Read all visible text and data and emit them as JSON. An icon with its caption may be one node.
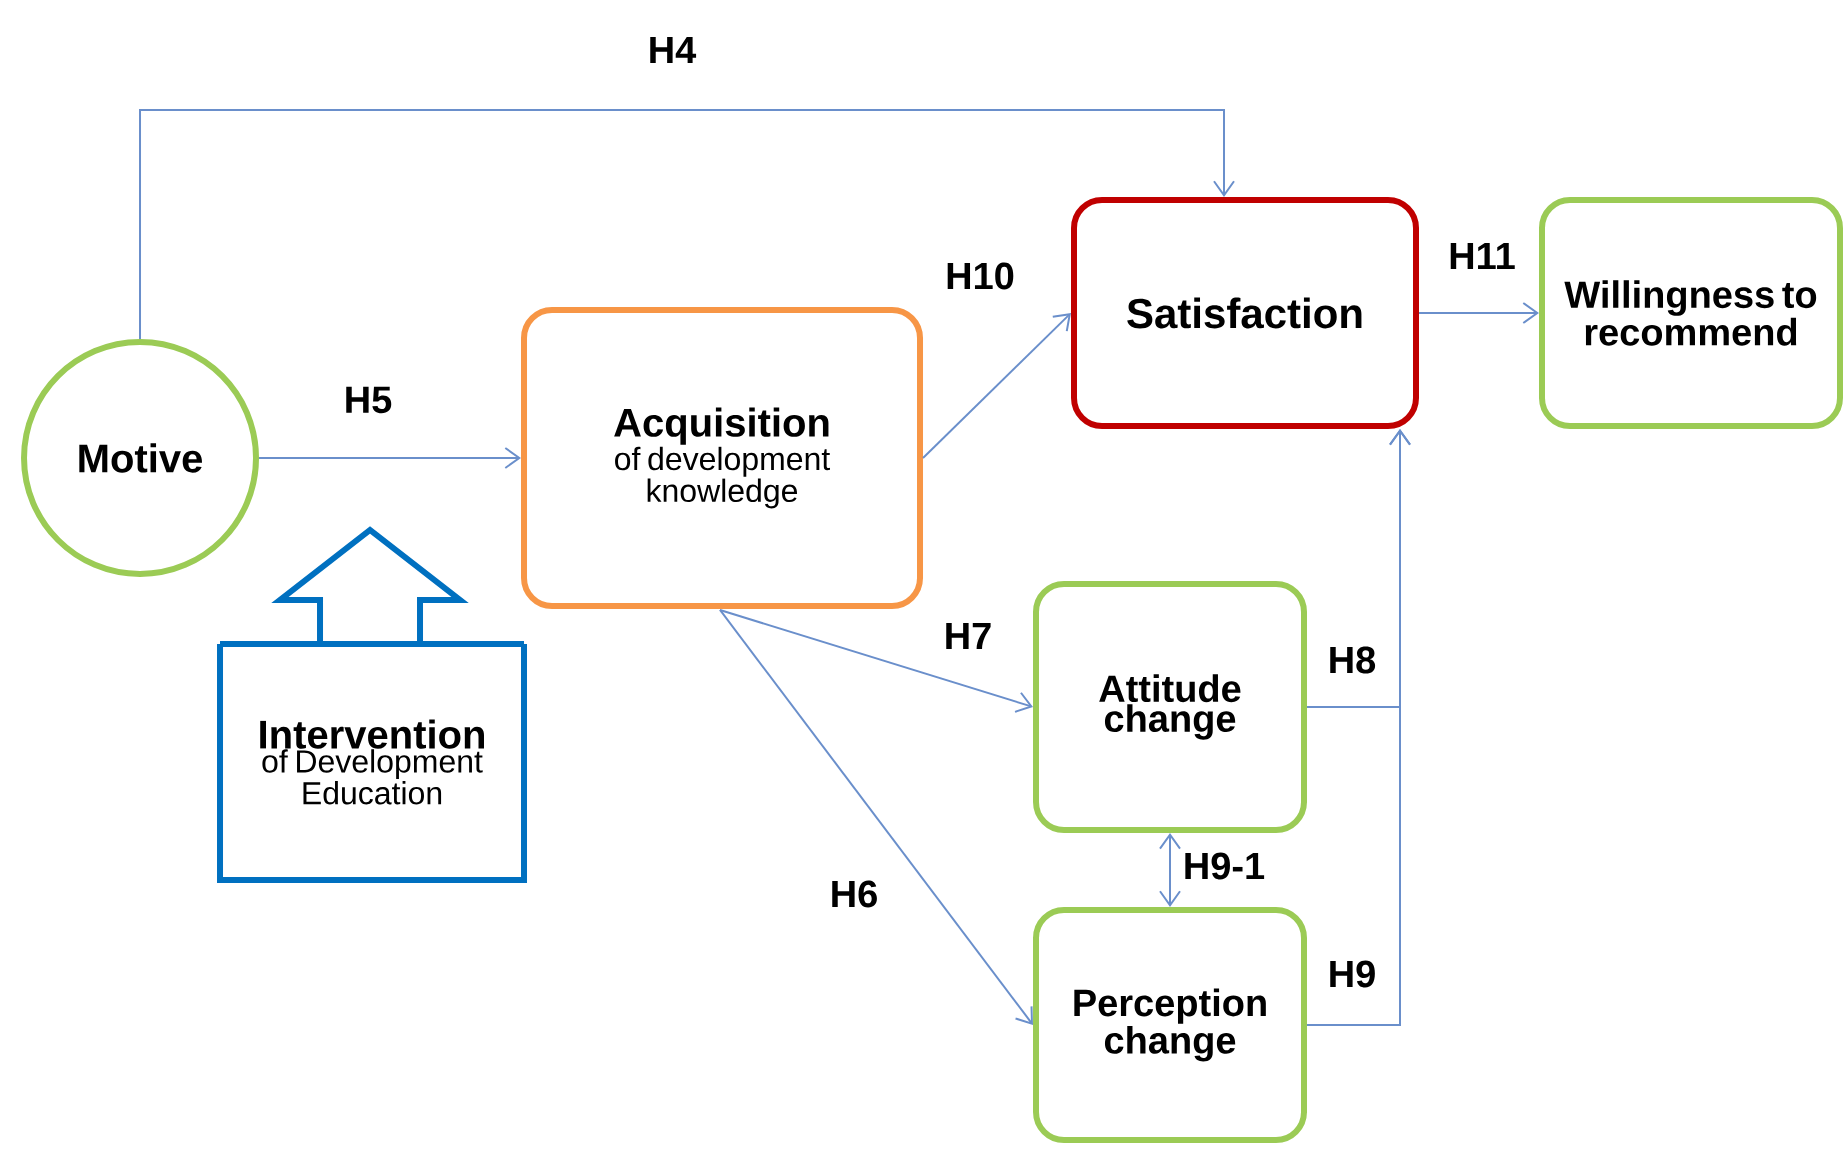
{
  "diagram": {
    "nodes": [
      {
        "text": [
          "Motive"
        ]
      },
      {
        "text": [
          "Acquisition",
          "of development knowledge"
        ]
      },
      {
        "text": [
          "Intervention",
          "of Development Education"
        ]
      },
      {
        "text": [
          "Satisfaction"
        ]
      },
      {
        "text": [
          "Willingness to recommend"
        ]
      },
      {
        "text": [
          "Attitude change"
        ]
      },
      {
        "text": [
          "Perception change"
        ]
      }
    ],
    "edges": [
      {
        "from": 0,
        "to": 3,
        "arrow": "to",
        "label": "H4"
      },
      {
        "from": 0,
        "to": 1,
        "arrow": "to",
        "label": "H5"
      },
      {
        "from": 1,
        "to": 3,
        "arrow": "to",
        "label": "H10"
      },
      {
        "from": 3,
        "to": 4,
        "arrow": "to",
        "label": "H11"
      },
      {
        "from": 1,
        "to": 5,
        "arrow": "to",
        "label": "H7"
      },
      {
        "from": 1,
        "to": 6,
        "arrow": "to",
        "label": "H6"
      },
      {
        "from": 5,
        "to": 3,
        "arrow": "to",
        "label": "H8"
      },
      {
        "from": 6,
        "to": 3,
        "arrow": "to",
        "label": "H9"
      },
      {
        "from": 5,
        "to": 6,
        "arrow": "both",
        "label": "H9-1"
      }
    ]
  }
}
